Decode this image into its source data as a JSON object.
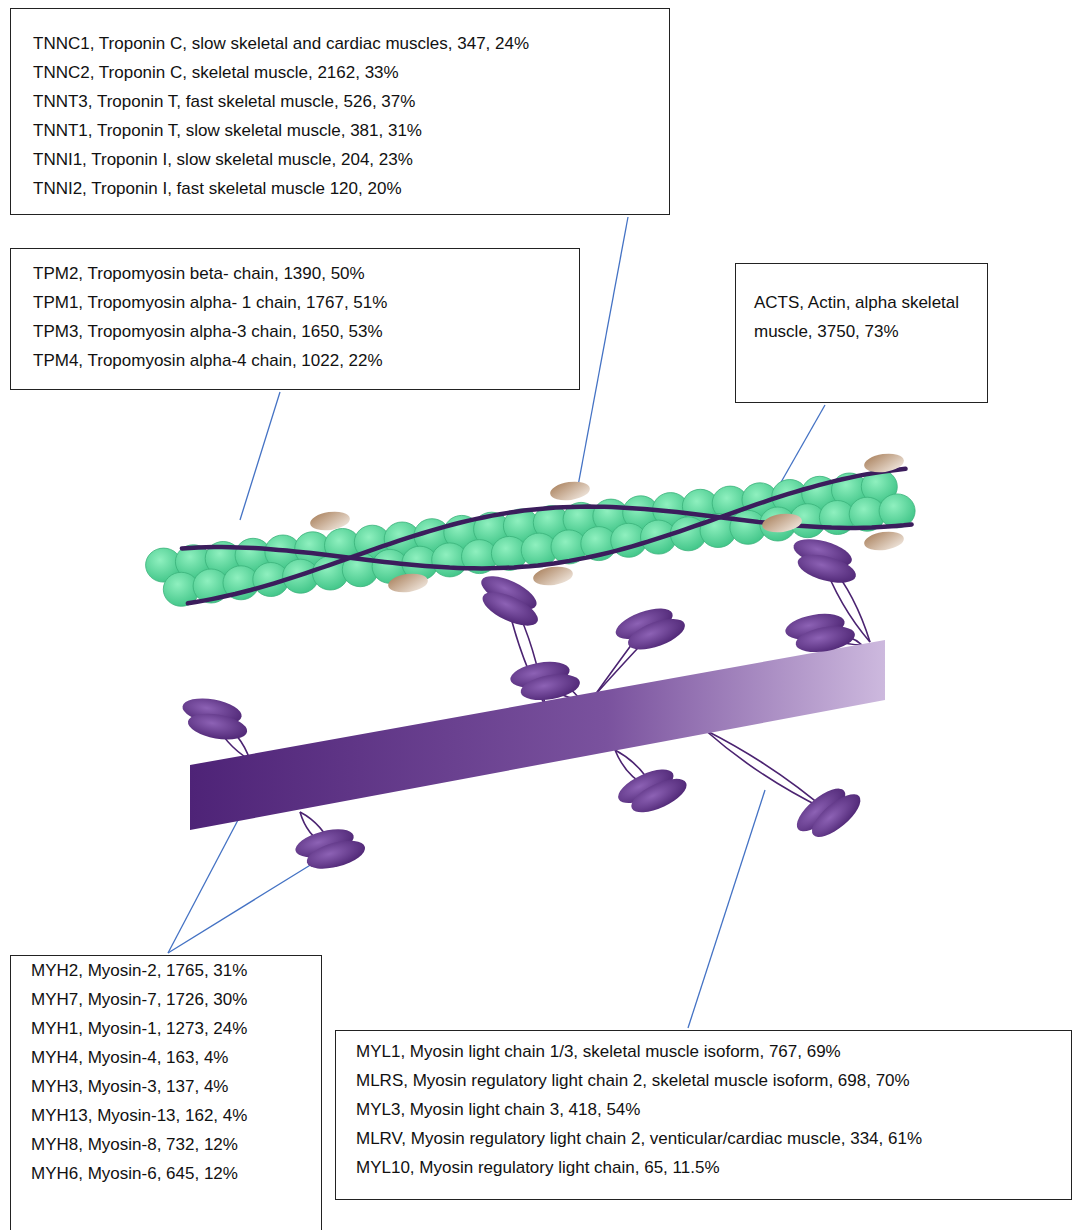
{
  "diagram": {
    "nodes": [
      {
        "text": [
          "TNNC1, Troponin C, slow skeletal and cardiac muscles, 347, 24%",
          "TNNC2, Troponin C, skeletal muscle, 2162, 33%",
          "TNNT3, Troponin T, fast skeletal muscle, 526, 37%",
          "TNNT1, Troponin T, slow skeletal muscle, 381, 31%",
          "TNNI1, Troponin I, slow skeletal muscle, 204, 23%",
          "TNNI2, Troponin I, fast skeletal muscle 120, 20%"
        ]
      },
      {
        "text": [
          "TPM2, Tropomyosin beta- chain, 1390, 50%",
          "TPM1, Tropomyosin alpha- 1 chain, 1767, 51%",
          "TPM3, Tropomyosin alpha-3 chain, 1650, 53%",
          "TPM4, Tropomyosin alpha-4 chain, 1022, 22%"
        ]
      },
      {
        "text": [
          "ACTS, Actin, alpha skeletal muscle, 3750, 73%"
        ]
      },
      {
        "text": [
          "MYH2, Myosin-2, 1765, 31%",
          "MYH7, Myosin-7, 1726, 30%",
          "MYH1, Myosin-1, 1273, 24%",
          "MYH4, Myosin-4, 163, 4%",
          "MYH3, Myosin-3, 137, 4%",
          "MYH13, Myosin-13, 162, 4%",
          "MYH8, Myosin-8, 732, 12%",
          "MYH6, Myosin-6, 645, 12%"
        ]
      },
      {
        "text": [
          "MYL1, Myosin light chain 1/3, skeletal muscle isoform, 767, 69%",
          "MLRS, Myosin regulatory light chain 2, skeletal muscle isoform, 698, 70%",
          "MYL3, Myosin light chain 3, 418, 54%",
          "MLRV, Myosin regulatory light chain 2, venticular/cardiac muscle, 334, 61%",
          "MYL10, Myosin regulatory light chain, 65, 11.5%"
        ]
      }
    ]
  }
}
